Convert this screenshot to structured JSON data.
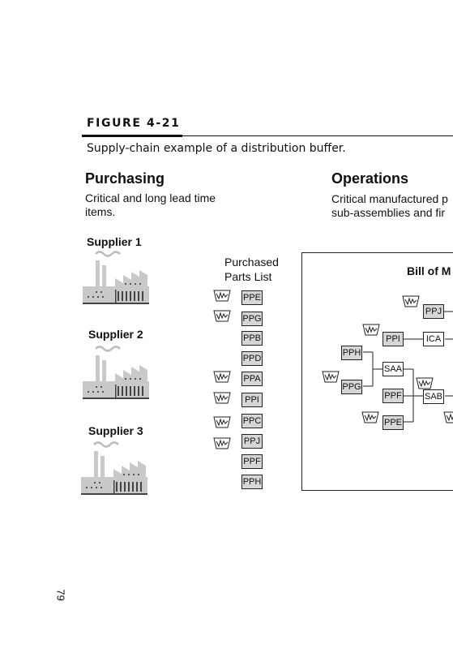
{
  "figure": {
    "label": "FIGURE 4-21",
    "caption": "Supply-chain example of a distribution buffer."
  },
  "purchasing": {
    "title": "Purchasing",
    "description_line1": "Critical and long lead time",
    "description_line2": "items."
  },
  "operations": {
    "title": "Operations",
    "description_line1": "Critical manufactured p",
    "description_line2": "sub-assemblies and fir"
  },
  "suppliers": [
    {
      "name": "Supplier 1"
    },
    {
      "name": "Supplier 2"
    },
    {
      "name": "Supplier 3"
    }
  ],
  "parts_list": {
    "title_line1": "Purchased",
    "title_line2": "Parts List",
    "items": [
      "PPE",
      "PPG",
      "PPB",
      "PPD",
      "PPA",
      "PPI",
      "PPC",
      "PPJ",
      "PPF",
      "PPH"
    ],
    "buffered": [
      true,
      true,
      false,
      false,
      true,
      true,
      true,
      true,
      false,
      false
    ]
  },
  "bom": {
    "title": "Bill of M",
    "nodes": {
      "ppj": "PPJ",
      "ppi": "PPI",
      "ica": "ICA",
      "pph": "PPH",
      "saa": "SAA",
      "ppg": "PPG",
      "ppf": "PPF",
      "sab": "SAB",
      "ppe": "PPE"
    }
  },
  "page_number": "79",
  "colors": {
    "box_fill": "#d6d6d6",
    "factory": "#c9c9c9",
    "ink": "#111111"
  }
}
